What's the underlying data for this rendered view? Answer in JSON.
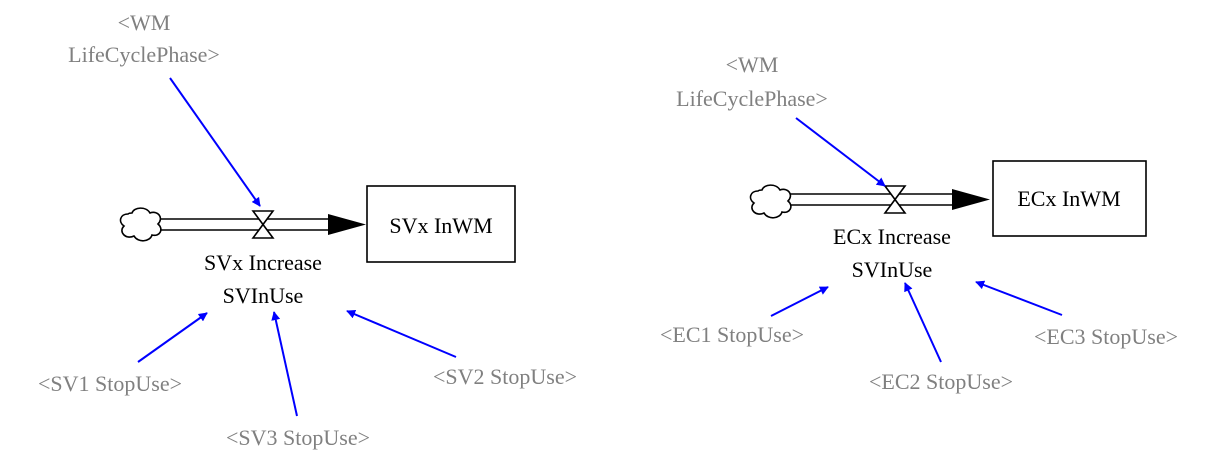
{
  "left_model": {
    "input_phase_line1": "<WM",
    "input_phase_line2": "LifeCyclePhase>",
    "stock_label": "SVx InWM",
    "flow_label_line1": "SVx Increase",
    "flow_label_line2": "SVInUse",
    "shadow_sv1": "<SV1 StopUse>",
    "shadow_sv2": "<SV2 StopUse>",
    "shadow_sv3": "<SV3 StopUse>"
  },
  "right_model": {
    "input_phase_line1": "<WM",
    "input_phase_line2": "LifeCyclePhase>",
    "stock_label": "ECx InWM",
    "flow_label_line1": "ECx Increase",
    "flow_label_line2": "SVInUse",
    "shadow_ec1": "<EC1 StopUse>",
    "shadow_ec2": "<EC2 StopUse>",
    "shadow_ec3": "<EC3 StopUse>"
  },
  "colors": {
    "link": "#0000ff",
    "shadow_text": "#808080",
    "text": "#000000"
  }
}
